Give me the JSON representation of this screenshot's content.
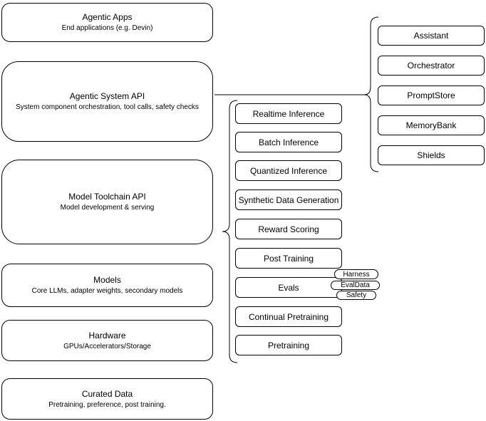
{
  "layers": [
    {
      "title": "Agentic Apps",
      "subtitle": "End applications (e.g. Devin)"
    },
    {
      "title": "Agentic System API",
      "subtitle": "System component orchestration, tool calls, safety checks"
    },
    {
      "title": "Model Toolchain API",
      "subtitle": "Model development & serving"
    },
    {
      "title": "Models",
      "subtitle": "Core LLMs, adapter weights, secondary models"
    },
    {
      "title": "Hardware",
      "subtitle": "GPUs/Accelerators/Storage"
    },
    {
      "title": "Curated Data",
      "subtitle": "Pretraining, preference, post training."
    }
  ],
  "toolchain_services": {
    "items": [
      {
        "label": "Realtime Inference"
      },
      {
        "label": "Batch Inference"
      },
      {
        "label": "Quantized Inference"
      },
      {
        "label": "Synthetic Data Generation"
      },
      {
        "label": "Reward Scoring"
      },
      {
        "label": "Post Training"
      },
      {
        "label": "Evals"
      },
      {
        "label": "Continual Pretraining"
      },
      {
        "label": "Pretraining"
      }
    ]
  },
  "eval_tags": {
    "items": [
      {
        "label": "Harness"
      },
      {
        "label": "EvalData"
      },
      {
        "label": "Safety"
      }
    ]
  },
  "system_components": {
    "items": [
      {
        "label": "Assistant"
      },
      {
        "label": "Orchestrator"
      },
      {
        "label": "PromptStore"
      },
      {
        "label": "MemoryBank"
      },
      {
        "label": "Shields"
      }
    ]
  },
  "colors": {
    "stroke": "#000000",
    "fill": "#ffffff",
    "background": "#ffffff",
    "text": "#000000"
  }
}
